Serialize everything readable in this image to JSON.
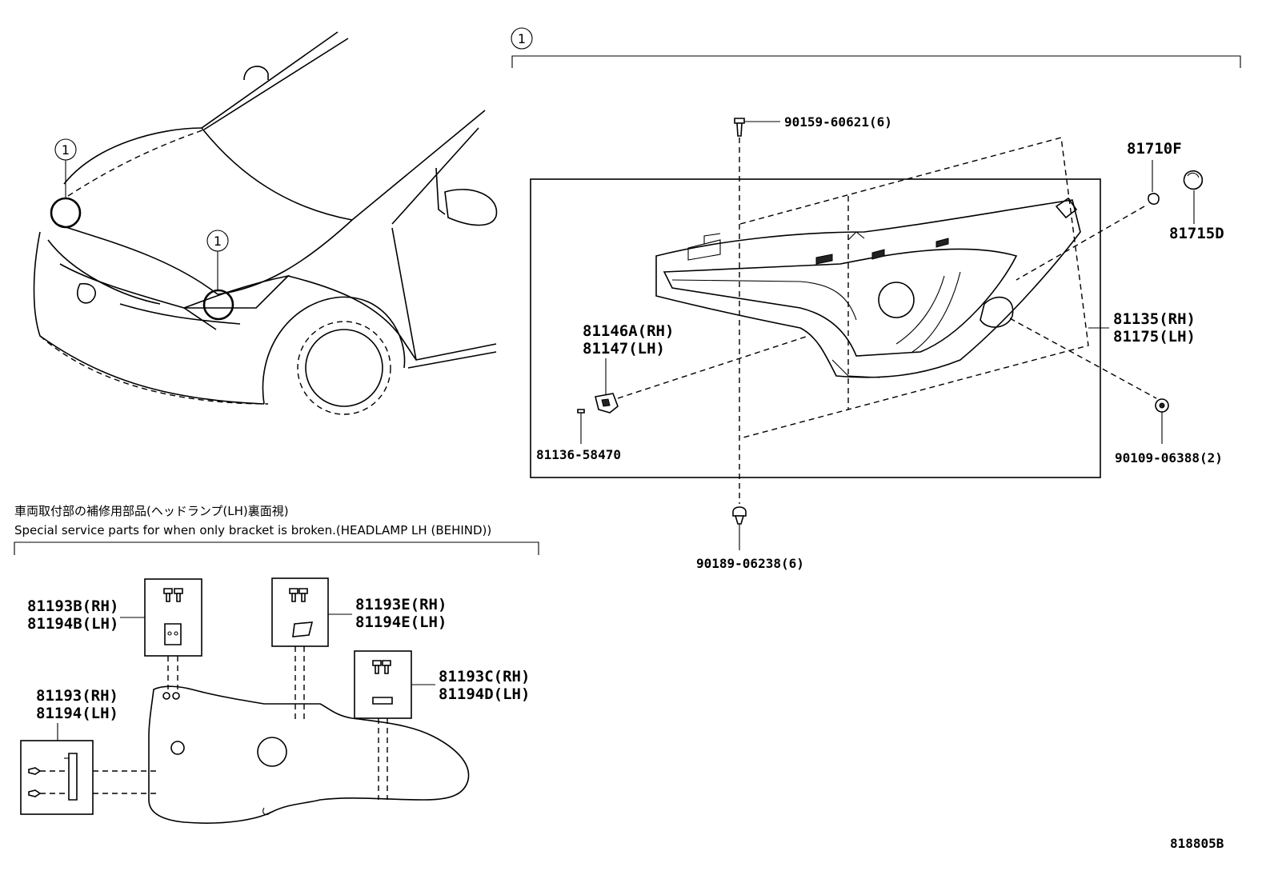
{
  "callouts": {
    "ref_number": "1"
  },
  "part_numbers": {
    "screw_top": "90159-60621(6)",
    "clip_bottom": "90189-06238(6)",
    "cover": "81710F",
    "bulb_cap": "81715D",
    "headlamp_rh": "81135(RH)",
    "headlamp_lh": "81175(LH)",
    "bracket_rh": "81146A(RH)",
    "bracket_lh": "81147(LH)",
    "screw_small": "81136-58470",
    "grommet": "90109-06388(2)"
  },
  "service_parts": {
    "title_jp": "車両取付部の補修用部品(ヘッドランプ(LH)裏面視)",
    "title_en": "Special service parts for when only bracket is broken.(HEADLAMP LH (BEHIND))",
    "kit_b_rh": "81193B(RH)",
    "kit_b_lh": "81194B(LH)",
    "kit_e_rh": "81193E(RH)",
    "kit_e_lh": "81194E(LH)",
    "kit_c_rh": "81193C(RH)",
    "kit_d_lh": "81194D(LH)",
    "kit_rh": "81193(RH)",
    "kit_lh": "81194(LH)"
  },
  "figure_id": "818805B"
}
